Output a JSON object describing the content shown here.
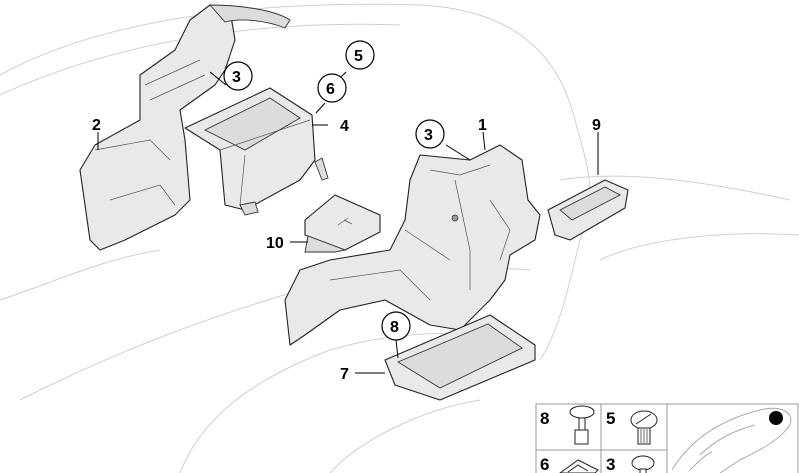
{
  "diagram": {
    "callouts": {
      "part_1": "1",
      "part_2": "2",
      "part_3_left": "3",
      "part_3_right": "3",
      "part_4": "4",
      "part_5": "5",
      "part_6": "6",
      "part_7": "7",
      "part_8": "8",
      "part_9": "9",
      "part_10": "10"
    },
    "legend": {
      "items": [
        {
          "number": "8",
          "icon": "push-rivet-icon"
        },
        {
          "number": "5",
          "icon": "expanding-rivet-icon"
        },
        {
          "number": "6",
          "icon": "clip-plate-icon"
        },
        {
          "number": "3",
          "icon": "clip-icon"
        }
      ],
      "marker_color": "#000000"
    }
  }
}
